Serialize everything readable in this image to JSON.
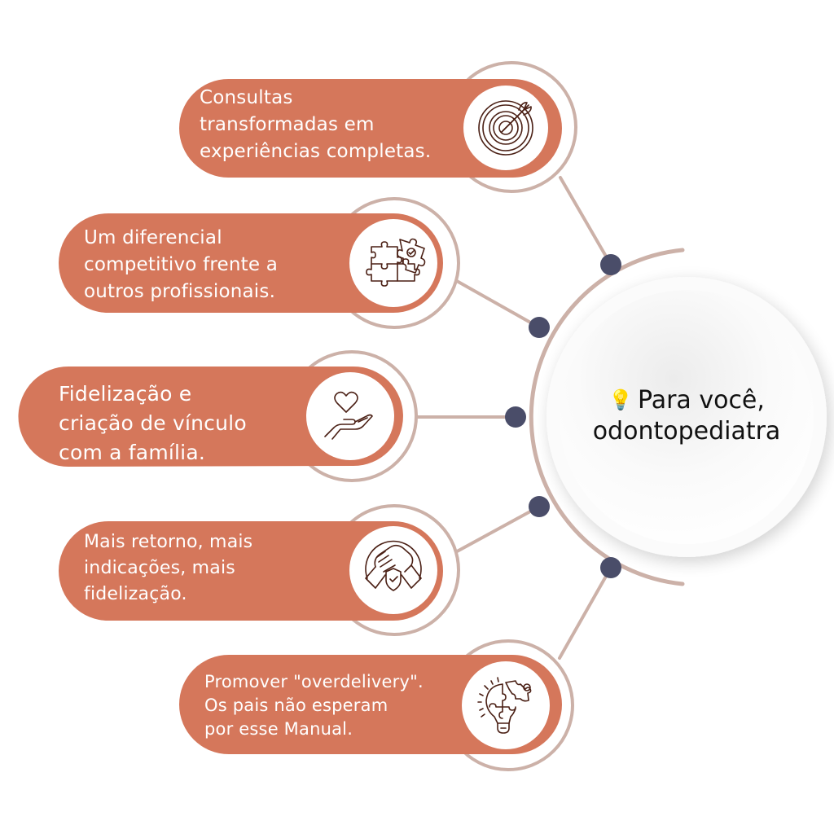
{
  "colors": {
    "pill": "#d5775b",
    "ring": "#ccb1a8",
    "node": "#4a4d69",
    "icon_stroke": "#4a1f14",
    "center_text": "#111111"
  },
  "center": {
    "icon": "lightbulb-icon",
    "icon_glyph": "💡",
    "line1": "Para você,",
    "line2": "odontopediatra"
  },
  "items": [
    {
      "text": "Consultas\ntransformadas em\nexperiências completas.",
      "icon": "target-icon"
    },
    {
      "text": "Um diferencial\ncompetitivo frente a\noutros profissionais.",
      "icon": "puzzle-icon"
    },
    {
      "text": "Fidelização e\ncriação de vínculo\ncom a família.",
      "icon": "heart-hand-icon"
    },
    {
      "text": "Mais retorno, mais\nindicações, mais\nfidelização.",
      "icon": "handshake-shield-icon"
    },
    {
      "text": "Promover \"overdelivery\".\nOs pais não esperam\npor esse Manual.",
      "icon": "lightbulb-puzzle-icon"
    }
  ]
}
